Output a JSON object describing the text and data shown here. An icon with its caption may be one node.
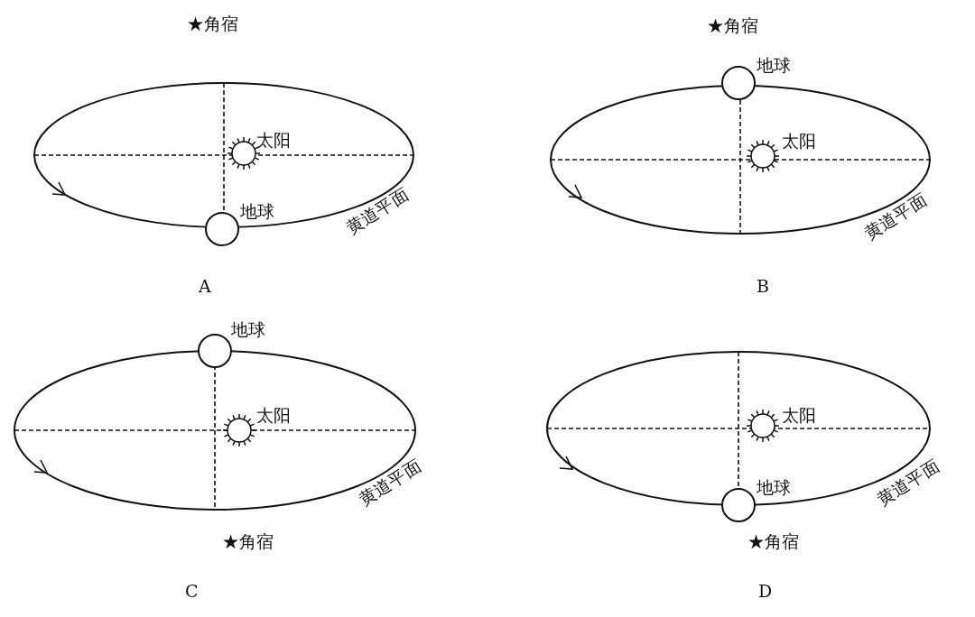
{
  "diagram": {
    "labels": [
      "★角宿",
      "太阳",
      "地球",
      "黄道平面",
      "A",
      "★角宿",
      "地球",
      "太阳",
      "黄道平面",
      "B",
      "地球",
      "太阳",
      "黄道平面",
      "★角宿",
      "C",
      "太阳",
      "地球",
      "黄道平面",
      "★角宿",
      "D"
    ]
  }
}
